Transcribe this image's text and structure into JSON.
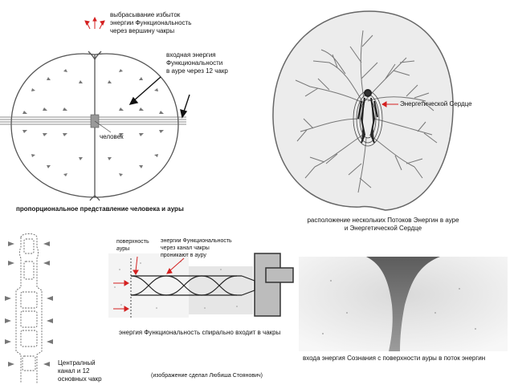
{
  "labels": {
    "top_left_note": [
      "выбрасывание избыток",
      "энергии Функциональность",
      "через вершину чакры"
    ],
    "input_energy": [
      "входная энергия",
      "Функциональности",
      "в ауре через 12 чакр"
    ],
    "person": "человек",
    "caption_top_left": "пропорциональное представление человека и ауры",
    "heart_label": "Энергетической Сердце",
    "caption_top_right": [
      "расположение нескольких Потоков Энергин в ауре",
      "и Энергетической Сердце"
    ],
    "aura_surface": [
      "поверхность",
      "ауры"
    ],
    "energy_through_channel": [
      "энергии Функциональность",
      "через канал чакры",
      "проникают в ауру"
    ],
    "caption_spiral": "энергия Функциональность спирально входит в чакры",
    "central_channel": [
      "Централный",
      "канал и 12",
      "основных чакр"
    ],
    "credit": "(изображение сделал Любиша Стоянович)",
    "caption_bottom_right": "входа энергия Сознания с поверхности ауры в поток энергин"
  },
  "colors": {
    "arrow_red": "#d42020",
    "line": "#555555",
    "tree": "#777777"
  }
}
